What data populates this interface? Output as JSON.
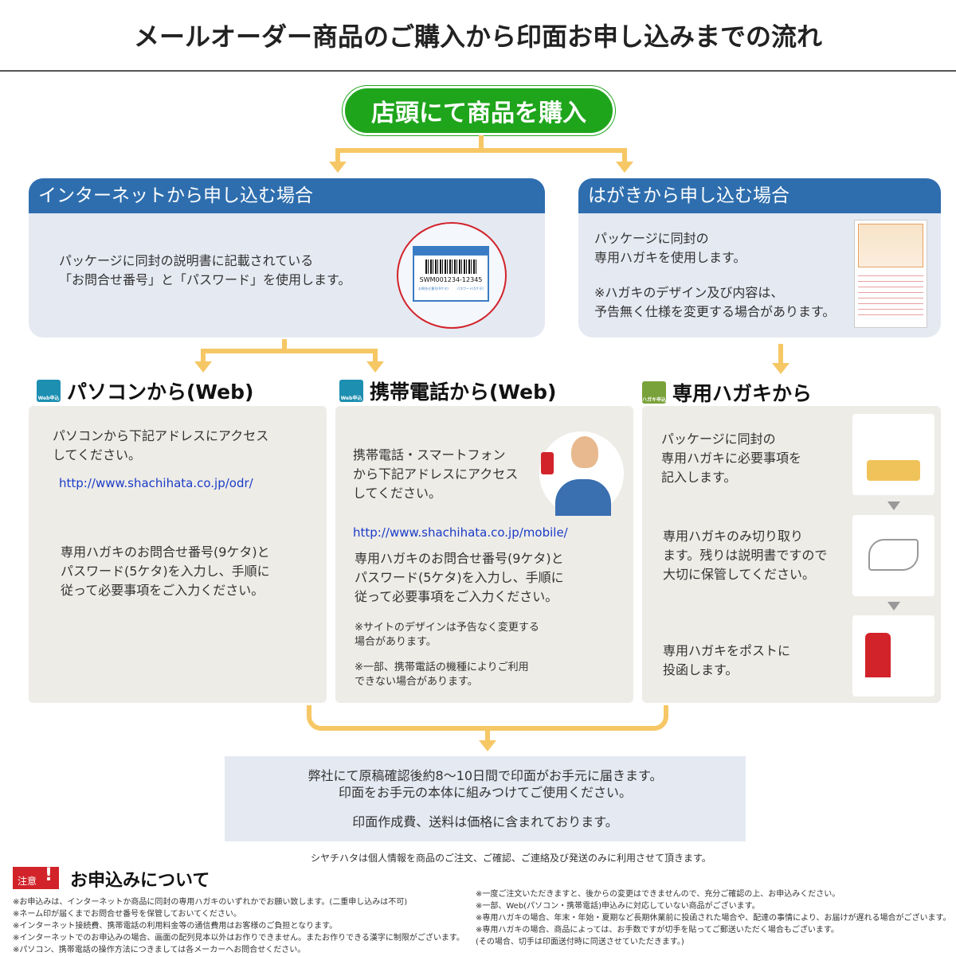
{
  "title": "メールオーダー商品のご購入から印面お申し込みまでの流れ",
  "buy_label": "店頭にて商品を購入",
  "internet": {
    "header": "インターネットから申し込む場合",
    "text1": "パッケージに同封の説明書に記載されている",
    "text2": "「お問合せ番号」と「パスワード」を使用します。",
    "sample_code": "SWM001234-12345",
    "sample_label1": "お問合せ番号(9ケタ)",
    "sample_label2": "パスワード(5ケタ)"
  },
  "postcard": {
    "header": "はがきから申し込む場合",
    "text1": "パッケージに同封の",
    "text2": "専用ハガキを使用します。",
    "note1": "※ハガキのデザイン及び内容は、",
    "note2": "予告無く仕様を変更する場合があります。"
  },
  "pc": {
    "heading": "パソコンから(Web)",
    "icon_label": "Web申込",
    "text1": "パソコンから下記アドレスにアクセス",
    "text2": "してください。",
    "url": "http://www.shachihata.co.jp/odr/",
    "step1": "専用ハガキのお問合せ番号(9ケタ)と",
    "step2": "パスワード(5ケタ)を入力し、手順に",
    "step3": "従って必要事項をご入力ください。"
  },
  "mobile": {
    "heading": "携帯電話から(Web)",
    "icon_label": "Web申込",
    "text1": "携帯電話・スマートフォン",
    "text2": "から下記アドレスにアクセス",
    "text3": "してください。",
    "url": "http://www.shachihata.co.jp/mobile/",
    "step1": "専用ハガキのお問合せ番号(9ケタ)と",
    "step2": "パスワード(5ケタ)を入力し、手順に",
    "step3": "従って必要事項をご入力ください。",
    "note1a": "※サイトのデザインは予告なく変更する",
    "note1b": "場合があります。",
    "note2a": "※一部、携帯電話の機種によりご利用",
    "note2b": "できない場合があります。"
  },
  "hagaki": {
    "heading": "専用ハガキから",
    "icon_label": "ハガキ申込",
    "s1a": "パッケージに同封の",
    "s1b": "専用ハガキに必要事項を",
    "s1c": "記入します。",
    "s2a": "専用ハガキのみ切り取り",
    "s2b": "ます。残りは説明書ですので",
    "s2c": "大切に保管してください。",
    "s3a": "専用ハガキをポストに",
    "s3b": "投函します。"
  },
  "result": {
    "line1": "弊社にて原稿確認後約8〜10日間で印面がお手元に届きます。",
    "line2": "印面をお手元の本体に組みつけてご使用ください。",
    "line3": "印面作成費、送料は価格に含まれております。"
  },
  "privacy": "シヤチハタは個人情報を商品のご注文、ご確認、ご連絡及び発送のみに利用させて頂きます。",
  "notes": {
    "badge": "注意",
    "heading": "お申込みについて",
    "left": [
      "※お申込みは、インターネットか商品に同封の専用ハガキのいずれかでお願い致します。(二重申し込みは不可)",
      "※ネーム印が届くまでお問合せ番号を保管しておいてください。",
      "※インターネット接続費、携帯電話の利用料金等の通信費用はお客様のご負担となります。",
      "※インターネットでのお申込みの場合、画面の配列見本以外はお作りできません。またお作りできる漢字に制限がございます。",
      "※パソコン、携帯電話の操作方法につきましては各メーカーへお問合せください。"
    ],
    "right": [
      "※一度ご注文いただきますと、後からの変更はできませんので、充分ご確認の上、お申込みください。",
      "※一部、Web(パソコン・携帯電話)申込みに対応していない商品がございます。",
      "※専用ハガキの場合、年末・年始・夏期など長期休業前に投函された場合や、配達の事情により、お届けが遅れる場合がございます。",
      "※専用ハガキの場合、商品によっては、お手数ですが切手を貼ってご郵送いただく場合もございます。",
      "(その場合、切手は印面送付時に同送させていただきます。)"
    ]
  },
  "colors": {
    "green": "#1fa51c",
    "blue": "#2e6eae",
    "arrow": "#f6c765",
    "red": "#d2232a"
  }
}
